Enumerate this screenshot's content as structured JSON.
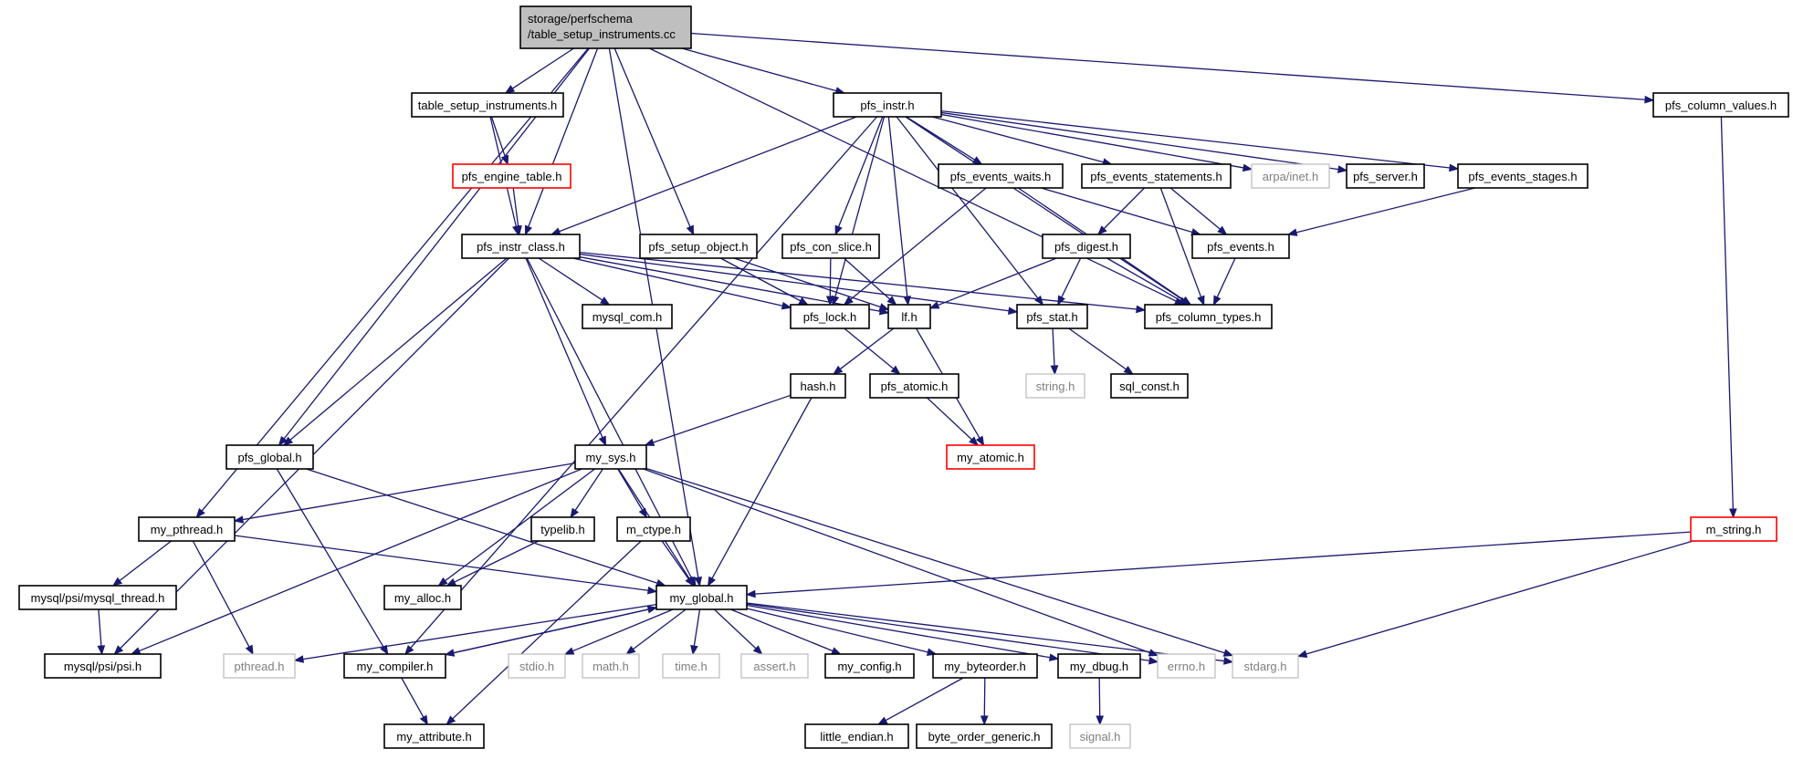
{
  "graph": {
    "title": "",
    "root_label_line1": "storage/perfschema",
    "root_label_line2": "/table_setup_instruments.cc",
    "nodes": [
      {
        "id": "n_tsi_h",
        "label": "table_setup_instruments.h",
        "status": "normal"
      },
      {
        "id": "n_engine",
        "label": "pfs_engine_table.h",
        "status": "truncated"
      },
      {
        "id": "n_instr_class",
        "label": "pfs_instr_class.h",
        "status": "normal"
      },
      {
        "id": "n_setup_object",
        "label": "pfs_setup_object.h",
        "status": "normal"
      },
      {
        "id": "n_con_slice",
        "label": "pfs_con_slice.h",
        "status": "normal"
      },
      {
        "id": "n_instr",
        "label": "pfs_instr.h",
        "status": "normal"
      },
      {
        "id": "n_ev_waits",
        "label": "pfs_events_waits.h",
        "status": "normal"
      },
      {
        "id": "n_ev_statements",
        "label": "pfs_events_statements.h",
        "status": "normal"
      },
      {
        "id": "n_arpa",
        "label": "arpa/inet.h",
        "status": "missing"
      },
      {
        "id": "n_server",
        "label": "pfs_server.h",
        "status": "normal"
      },
      {
        "id": "n_ev_stages",
        "label": "pfs_events_stages.h",
        "status": "normal"
      },
      {
        "id": "n_column_values",
        "label": "pfs_column_values.h",
        "status": "normal"
      },
      {
        "id": "n_digest",
        "label": "pfs_digest.h",
        "status": "normal"
      },
      {
        "id": "n_events",
        "label": "pfs_events.h",
        "status": "normal"
      },
      {
        "id": "n_mysql_com",
        "label": "mysql_com.h",
        "status": "normal"
      },
      {
        "id": "n_lock",
        "label": "pfs_lock.h",
        "status": "normal"
      },
      {
        "id": "n_lf",
        "label": "lf.h",
        "status": "normal"
      },
      {
        "id": "n_stat",
        "label": "pfs_stat.h",
        "status": "normal"
      },
      {
        "id": "n_column_types",
        "label": "pfs_column_types.h",
        "status": "normal"
      },
      {
        "id": "n_hash",
        "label": "hash.h",
        "status": "normal"
      },
      {
        "id": "n_atomic",
        "label": "pfs_atomic.h",
        "status": "normal"
      },
      {
        "id": "n_string",
        "label": "string.h",
        "status": "missing"
      },
      {
        "id": "n_sql_const",
        "label": "sql_const.h",
        "status": "normal"
      },
      {
        "id": "n_my_atomic",
        "label": "my_atomic.h",
        "status": "truncated"
      },
      {
        "id": "n_pfs_global",
        "label": "pfs_global.h",
        "status": "normal"
      },
      {
        "id": "n_my_sys",
        "label": "my_sys.h",
        "status": "normal"
      },
      {
        "id": "n_my_pthread",
        "label": "my_pthread.h",
        "status": "normal"
      },
      {
        "id": "n_typelib",
        "label": "typelib.h",
        "status": "normal"
      },
      {
        "id": "n_m_ctype",
        "label": "m_ctype.h",
        "status": "normal"
      },
      {
        "id": "n_m_string",
        "label": "m_string.h",
        "status": "truncated"
      },
      {
        "id": "n_mysql_thread",
        "label": "mysql/psi/mysql_thread.h",
        "status": "normal"
      },
      {
        "id": "n_my_alloc",
        "label": "my_alloc.h",
        "status": "normal"
      },
      {
        "id": "n_my_global",
        "label": "my_global.h",
        "status": "normal"
      },
      {
        "id": "n_psi",
        "label": "mysql/psi/psi.h",
        "status": "normal"
      },
      {
        "id": "n_pthread",
        "label": "pthread.h",
        "status": "missing"
      },
      {
        "id": "n_my_compiler",
        "label": "my_compiler.h",
        "status": "normal"
      },
      {
        "id": "n_stdio",
        "label": "stdio.h",
        "status": "missing"
      },
      {
        "id": "n_math",
        "label": "math.h",
        "status": "missing"
      },
      {
        "id": "n_time",
        "label": "time.h",
        "status": "missing"
      },
      {
        "id": "n_assert",
        "label": "assert.h",
        "status": "missing"
      },
      {
        "id": "n_my_config",
        "label": "my_config.h",
        "status": "normal"
      },
      {
        "id": "n_my_byteorder",
        "label": "my_byteorder.h",
        "status": "normal"
      },
      {
        "id": "n_my_dbug",
        "label": "my_dbug.h",
        "status": "normal"
      },
      {
        "id": "n_errno",
        "label": "errno.h",
        "status": "missing"
      },
      {
        "id": "n_stdarg",
        "label": "stdarg.h",
        "status": "missing"
      },
      {
        "id": "n_my_attribute",
        "label": "my_attribute.h",
        "status": "normal"
      },
      {
        "id": "n_little_endian",
        "label": "little_endian.h",
        "status": "normal"
      },
      {
        "id": "n_byte_order_generic",
        "label": "byte_order_generic.h",
        "status": "normal"
      },
      {
        "id": "n_signal",
        "label": "signal.h",
        "status": "missing"
      }
    ],
    "edges": [
      [
        "n_root",
        "n_tsi_h"
      ],
      [
        "n_root",
        "n_instr_class"
      ],
      [
        "n_root",
        "n_setup_object"
      ],
      [
        "n_root",
        "n_instr"
      ],
      [
        "n_root",
        "n_column_values"
      ],
      [
        "n_root",
        "n_column_types"
      ],
      [
        "n_root",
        "n_pfs_global"
      ],
      [
        "n_root",
        "n_my_pthread"
      ],
      [
        "n_root",
        "n_my_global"
      ],
      [
        "n_tsi_h",
        "n_engine"
      ],
      [
        "n_tsi_h",
        "n_instr_class"
      ],
      [
        "n_engine",
        "n_instr_class"
      ],
      [
        "n_instr",
        "n_instr_class"
      ],
      [
        "n_instr",
        "n_lock"
      ],
      [
        "n_instr",
        "n_con_slice"
      ],
      [
        "n_instr",
        "n_lf"
      ],
      [
        "n_instr",
        "n_ev_waits"
      ],
      [
        "n_instr",
        "n_ev_statements"
      ],
      [
        "n_instr",
        "n_arpa"
      ],
      [
        "n_instr",
        "n_server"
      ],
      [
        "n_instr",
        "n_ev_stages"
      ],
      [
        "n_instr",
        "n_stat"
      ],
      [
        "n_instr",
        "n_column_types"
      ],
      [
        "n_instr",
        "n_my_compiler"
      ],
      [
        "n_instr_class",
        "n_mysql_com"
      ],
      [
        "n_instr_class",
        "n_lock"
      ],
      [
        "n_instr_class",
        "n_lf"
      ],
      [
        "n_instr_class",
        "n_stat"
      ],
      [
        "n_instr_class",
        "n_column_types"
      ],
      [
        "n_instr_class",
        "n_pfs_global"
      ],
      [
        "n_instr_class",
        "n_my_sys"
      ],
      [
        "n_instr_class",
        "n_psi"
      ],
      [
        "n_instr_class",
        "n_my_global"
      ],
      [
        "n_setup_object",
        "n_lock"
      ],
      [
        "n_setup_object",
        "n_lf"
      ],
      [
        "n_con_slice",
        "n_lock"
      ],
      [
        "n_con_slice",
        "n_lf"
      ],
      [
        "n_ev_waits",
        "n_lock"
      ],
      [
        "n_ev_waits",
        "n_events"
      ],
      [
        "n_ev_waits",
        "n_column_types"
      ],
      [
        "n_ev_statements",
        "n_digest"
      ],
      [
        "n_ev_statements",
        "n_events"
      ],
      [
        "n_ev_statements",
        "n_column_types"
      ],
      [
        "n_ev_stages",
        "n_events"
      ],
      [
        "n_digest",
        "n_lf"
      ],
      [
        "n_digest",
        "n_stat"
      ],
      [
        "n_digest",
        "n_column_types"
      ],
      [
        "n_events",
        "n_column_types"
      ],
      [
        "n_column_values",
        "n_m_string"
      ],
      [
        "n_lock",
        "n_atomic"
      ],
      [
        "n_lf",
        "n_hash"
      ],
      [
        "n_lf",
        "n_my_atomic"
      ],
      [
        "n_stat",
        "n_string"
      ],
      [
        "n_stat",
        "n_sql_const"
      ],
      [
        "n_atomic",
        "n_my_atomic"
      ],
      [
        "n_hash",
        "n_my_sys"
      ],
      [
        "n_hash",
        "n_my_global"
      ],
      [
        "n_pfs_global",
        "n_my_global"
      ],
      [
        "n_pfs_global",
        "n_my_compiler"
      ],
      [
        "n_my_sys",
        "n_my_pthread"
      ],
      [
        "n_my_sys",
        "n_typelib"
      ],
      [
        "n_my_sys",
        "n_m_ctype"
      ],
      [
        "n_my_sys",
        "n_my_global"
      ],
      [
        "n_my_sys",
        "n_my_alloc"
      ],
      [
        "n_my_sys",
        "n_psi"
      ],
      [
        "n_my_sys",
        "n_errno"
      ],
      [
        "n_my_sys",
        "n_stdarg"
      ],
      [
        "n_my_pthread",
        "n_mysql_thread"
      ],
      [
        "n_my_pthread",
        "n_pthread"
      ],
      [
        "n_my_pthread",
        "n_my_global"
      ],
      [
        "n_typelib",
        "n_my_alloc"
      ],
      [
        "n_m_ctype",
        "n_my_global"
      ],
      [
        "n_m_ctype",
        "n_my_attribute"
      ],
      [
        "n_m_string",
        "n_my_global"
      ],
      [
        "n_m_string",
        "n_stdarg"
      ],
      [
        "n_mysql_thread",
        "n_psi"
      ],
      [
        "n_my_global",
        "n_pthread"
      ],
      [
        "n_my_global",
        "n_my_compiler"
      ],
      [
        "n_my_global",
        "n_stdio"
      ],
      [
        "n_my_global",
        "n_math"
      ],
      [
        "n_my_global",
        "n_time"
      ],
      [
        "n_my_global",
        "n_assert"
      ],
      [
        "n_my_global",
        "n_my_config"
      ],
      [
        "n_my_global",
        "n_my_byteorder"
      ],
      [
        "n_my_global",
        "n_my_dbug"
      ],
      [
        "n_my_global",
        "n_errno"
      ],
      [
        "n_my_global",
        "n_stdarg"
      ],
      [
        "n_my_compiler",
        "n_my_global"
      ],
      [
        "n_my_compiler",
        "n_my_attribute"
      ],
      [
        "n_my_byteorder",
        "n_little_endian"
      ],
      [
        "n_my_byteorder",
        "n_byte_order_generic"
      ],
      [
        "n_my_dbug",
        "n_signal"
      ]
    ]
  }
}
